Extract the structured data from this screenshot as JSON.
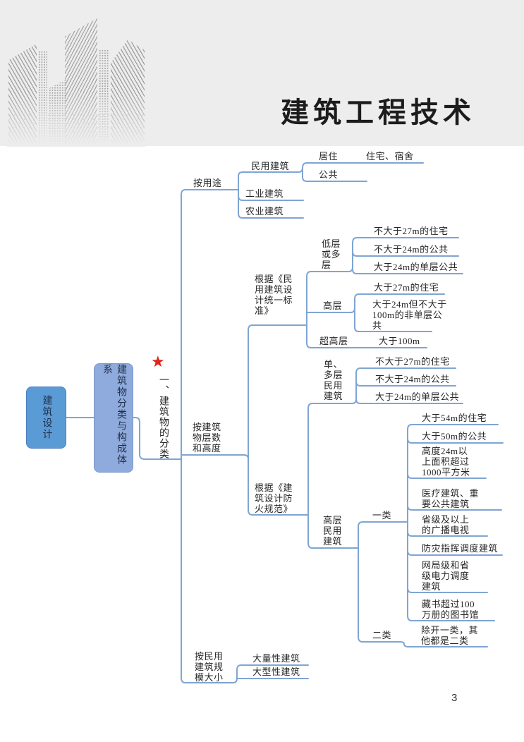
{
  "header": {
    "title": "建筑工程技术"
  },
  "footer": {
    "page_number": "3"
  },
  "colors": {
    "header_bg": "#ededed",
    "connector_line": "#7fa5d3",
    "root_box_fill": "#5b9bd5",
    "category_box_fill": "#8faadc",
    "star": "#e02419"
  },
  "mindmap": {
    "root": "建筑设计",
    "category": "建筑物分类与构成体系",
    "topic_marker": "★",
    "topic": "一、建筑物的分类",
    "by_use": {
      "label": "按用途",
      "civil": "民用建筑",
      "residential": "居住",
      "residential_types": "住宅、宿舍",
      "public": "公共",
      "industrial": "工业建筑",
      "agricultural": "农业建筑"
    },
    "by_floors_height": {
      "label": "按建筑\n物层数\n和高度",
      "unified_standard": {
        "label": "根据《民\n用建筑设\n计统一标\n准》",
        "low_multi": "低层\n或多\n层",
        "low_multi_items": [
          "不大于27m的住宅",
          "不大于24m的公共",
          "大于24m的单层公共"
        ],
        "high_rise": "高层",
        "high_rise_items": [
          "大于27m的住宅",
          "大于24m但不大于\n100m的非单层公\n共"
        ],
        "super_high_rise": "超高层",
        "super_high_rise_value": "大于100m"
      },
      "fire_code": {
        "label": "根据《建\n筑设计防\n火规范》",
        "single_multi": "单、\n多层\n民用\n建筑",
        "single_multi_items": [
          "不大于27m的住宅",
          "不大于24m的公共",
          "大于24m的单层公共"
        ],
        "high_civil": "高层\n民用\n建筑",
        "class_one": "一类",
        "class_one_items": [
          "大于54m的住宅",
          "大于50m的公共",
          "高度24m以\n上面积超过\n1000平方米",
          "医疗建筑、重\n要公共建筑",
          "省级及以上\n的广播电视",
          "防灾指挥调度建筑",
          "网局级和省\n级电力调度\n建筑",
          "藏书超过100\n万册的图书馆"
        ],
        "class_two": "二类",
        "class_two_value": "除开一类，其\n他都是二类"
      }
    },
    "by_scale": {
      "label": "按民用\n建筑规\n模大小",
      "items": [
        "大量性建筑",
        "大型性建筑"
      ]
    }
  }
}
